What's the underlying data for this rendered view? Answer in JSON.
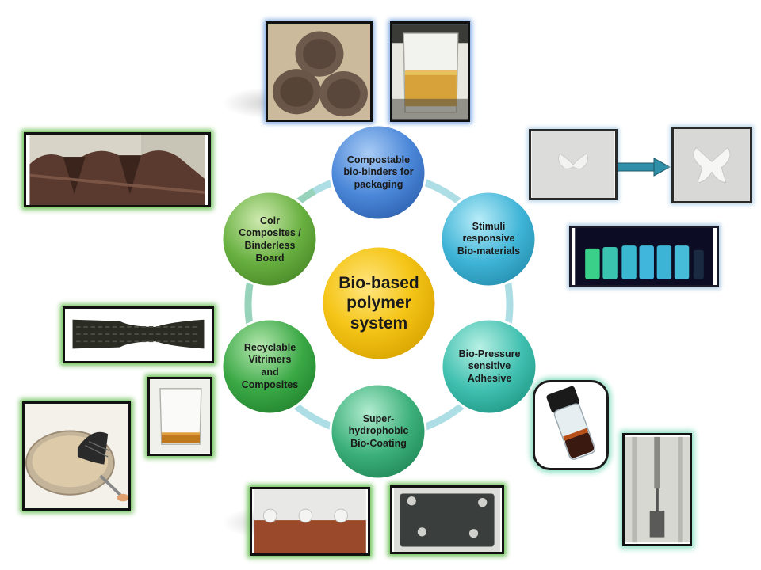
{
  "center": {
    "label": "Bio-based\npolymer\nsystem",
    "color": "#f5c518"
  },
  "nodes": [
    {
      "id": "packaging",
      "label": "Compostable\nbio-binders for\npackaging",
      "color": "#4a86d8"
    },
    {
      "id": "stimuli",
      "label": "Stimuli\nresponsive\nBio-materials",
      "color": "#3fb4d6"
    },
    {
      "id": "adhesive",
      "label": "Bio-Pressure\nsensitive\nAdhesive",
      "color": "#40c0b0"
    },
    {
      "id": "coating",
      "label": "Super-\nhydrophobic\nBio-Coating",
      "color": "#3cb07a"
    },
    {
      "id": "vitrimers",
      "label": "Recyclable\nVitrimers\nand\nComposites",
      "color": "#3aa845"
    },
    {
      "id": "coir",
      "label": "Coir\nComposites /\nBinderless\nBoard",
      "color": "#68b040"
    }
  ],
  "ring_color": "#9fd8e0",
  "photos": [
    {
      "id": "bio-plates",
      "description_icon": "plates-photo"
    },
    {
      "id": "beaker-binder",
      "description_icon": "beaker-photo"
    },
    {
      "id": "roof-tiles",
      "description_icon": "roof-tiles-photo"
    },
    {
      "id": "shape-memory-before",
      "description_icon": "shape-memory-photo"
    },
    {
      "id": "shape-memory-after",
      "description_icon": "shape-memory-photo"
    },
    {
      "id": "fluorescent-vials",
      "description_icon": "vials-photo"
    },
    {
      "id": "composite-strip",
      "description_icon": "composite-strip-photo"
    },
    {
      "id": "petri-dish-film",
      "description_icon": "petri-dish-photo"
    },
    {
      "id": "beaker-vitrimer",
      "description_icon": "beaker-photo"
    },
    {
      "id": "adhesive-vial",
      "description_icon": "vial-photo"
    },
    {
      "id": "adhesive-test",
      "description_icon": "tensile-test-photo"
    },
    {
      "id": "water-droplets",
      "description_icon": "droplets-photo"
    },
    {
      "id": "coated-plate",
      "description_icon": "coated-plate-photo"
    }
  ]
}
